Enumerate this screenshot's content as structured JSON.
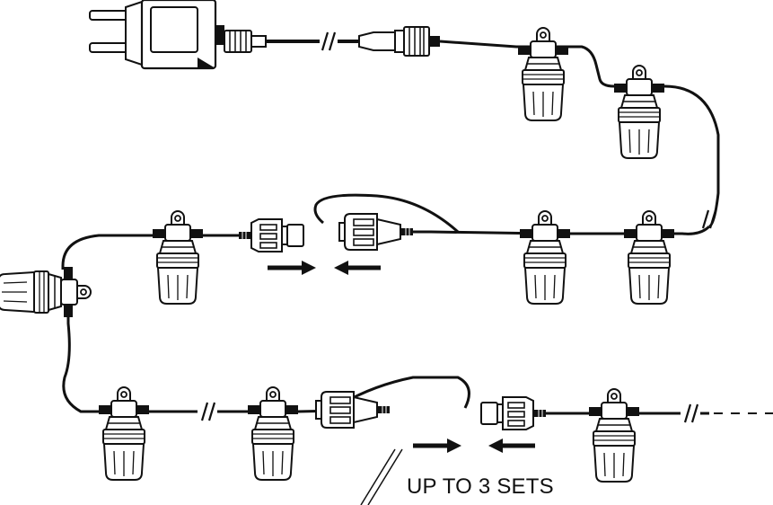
{
  "caption": "UP TO 3 SETS",
  "colors": {
    "line": "#111111",
    "fill": "#ffffff",
    "accent": "#000000"
  },
  "components": [
    "power-adapter",
    "lead-cable",
    "bulb-socket",
    "male-connector",
    "female-connector",
    "direction-arrow",
    "cut-mark",
    "dashed-extension"
  ]
}
